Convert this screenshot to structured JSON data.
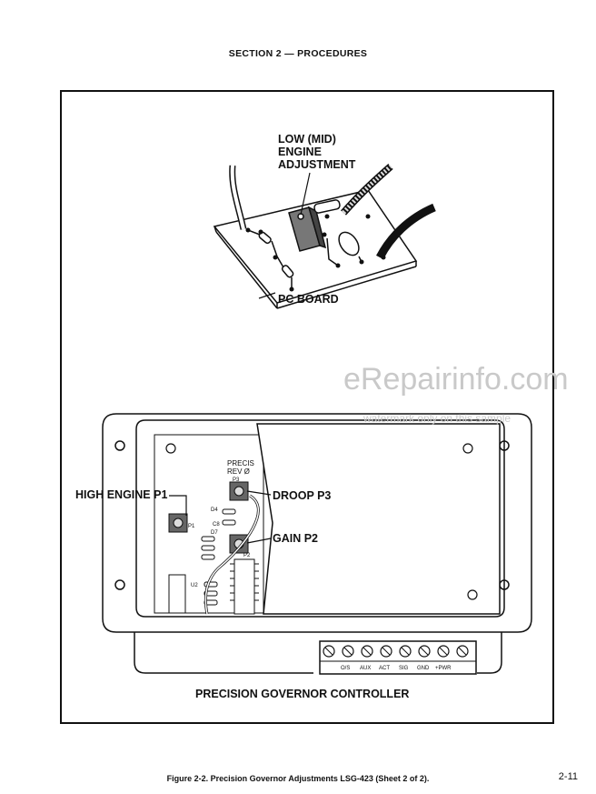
{
  "header": {
    "section": "SECTION 2 — PROCEDURES"
  },
  "labels": {
    "low_mid": "LOW (MID)",
    "engine": "ENGINE",
    "adjustment": "ADJUSTMENT",
    "pc_board": "PC BOARD",
    "high_engine": "HIGH ENGINE P1",
    "droop": "DROOP P3",
    "gain": "GAIN P2",
    "controller": "PRECISION GOVERNOR CONTROLLER"
  },
  "board_markings": {
    "precis": "PRECIS",
    "rev": "REV Ø",
    "p3": "P3",
    "p1": "P1",
    "p2": "P2",
    "d4": "D4",
    "c8": "C8",
    "d7": "D7",
    "u2": "U2"
  },
  "terminals": [
    "O/S",
    "AUX",
    "ACT",
    "SIG",
    "GND",
    "+PWR"
  ],
  "watermark": {
    "main": "eRepairinfo.com",
    "sub": "watermark only on this sample"
  },
  "caption": "Figure 2-2. Precision Governor Adjustments LSG-423 (Sheet 2 of 2).",
  "page_number": "2-11"
}
